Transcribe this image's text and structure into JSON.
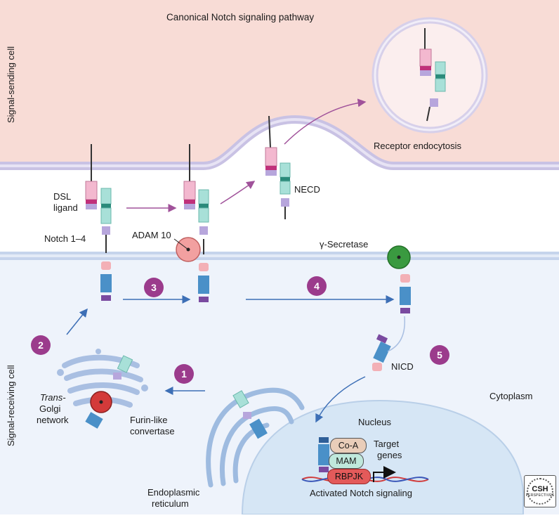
{
  "title": "Canonical Notch signaling pathway",
  "cells": {
    "sending": "Signal-sending cell",
    "receiving": "Signal-receiving cell"
  },
  "labels": {
    "dsl_ligand_1": "DSL",
    "dsl_ligand_2": "ligand",
    "notch": "Notch 1–4",
    "adam10": "ADAM 10",
    "necd": "NECD",
    "endocytosis": "Receptor endocytosis",
    "gamma_secretase": "γ-Secretase",
    "nicd": "NICD",
    "cytoplasm": "Cytoplasm",
    "nucleus": "Nucleus",
    "trans_golgi_1": "Trans-",
    "trans_golgi_2": "Golgi",
    "trans_golgi_3": "network",
    "furin_1": "Furin-like",
    "furin_2": "convertase",
    "er_1": "Endoplasmic",
    "er_2": "reticulum",
    "coa": "Co-A",
    "mam": "MAM",
    "rbpjk": "RBPJK",
    "target_1": "Target",
    "target_2": "genes",
    "activated": "Activated Notch signaling"
  },
  "steps": [
    "1",
    "2",
    "3",
    "4",
    "5"
  ],
  "logo": {
    "main": "CSH",
    "sub": "PERSPECTIVES"
  },
  "colors": {
    "sending_cell": "#f8dcd6",
    "receiving_cell": "#eef3fb",
    "membrane": "#cfd9ee",
    "nucleus": "#d6e6f5",
    "step_badge": "#9b3b8c",
    "arrow_purple": "#a0529a",
    "arrow_blue": "#3d6fb6",
    "ligand_pink": "#f3b8cf",
    "ligand_magenta": "#c0307a",
    "notch_teal": "#a8e0d8",
    "notch_darkteal": "#2a8a7a",
    "notch_lavender": "#b7a6dc",
    "notch_blue": "#4a90c8",
    "gamma_green": "#3a9a40",
    "furin_red": "#d33a3a",
    "adam_pink": "#f2a0a0"
  }
}
